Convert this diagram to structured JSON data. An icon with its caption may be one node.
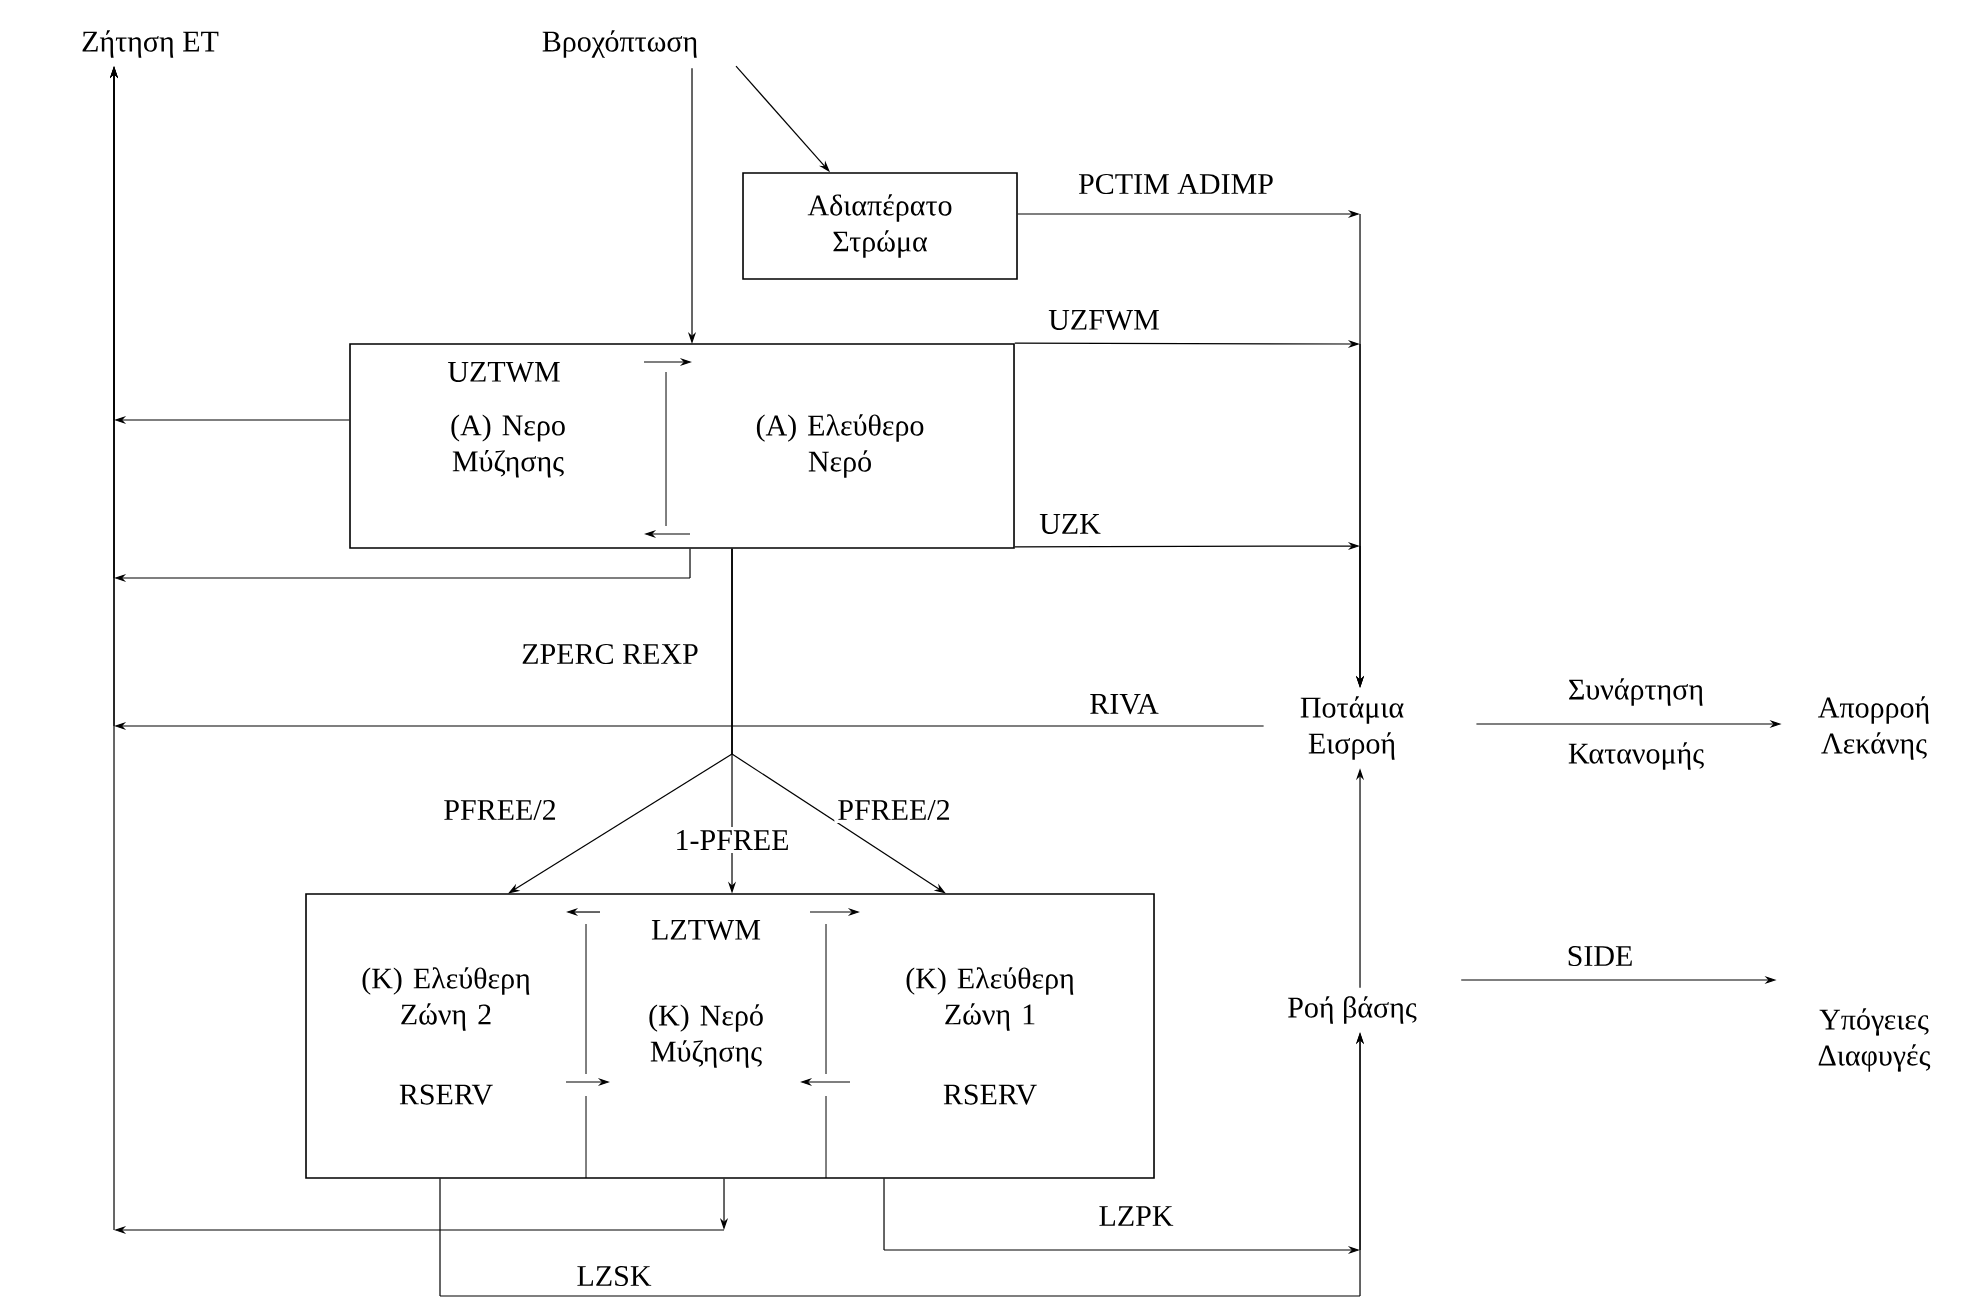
{
  "diagram": {
    "nodes": [
      {
        "text": [
          "Ζήτηση ET"
        ]
      },
      {
        "text": [
          "Βροχόπτωση"
        ]
      },
      {
        "text": [
          "Αδιαπέρατο Στρώμα"
        ]
      },
      {
        "text": [],
        "shape": "box"
      },
      {
        "text": [
          "(Α) Νερο Μύζησης"
        ],
        "in": 3
      },
      {
        "text": [
          "(Α) Ελεύθερο Νερό"
        ],
        "in": 3
      },
      {
        "text": [
          "Ποτάμια Εισροή"
        ]
      },
      {
        "text": [
          "Απορροή Λεκάνης"
        ]
      },
      {
        "text": [],
        "shape": "box"
      },
      {
        "text": [
          "(Κ) Ελεύθερη Ζώνη 2",
          "RSERV"
        ],
        "in": 8
      },
      {
        "text": [
          "(Κ) Νερό Μύζησης"
        ],
        "in": 8
      },
      {
        "text": [
          "(Κ) Ελεύθερη Ζώνη 1",
          "RSERV"
        ],
        "in": 8
      },
      {
        "text": [
          "Ροή βάσης"
        ]
      },
      {
        "text": [
          "Υπόγειες Διαφυγές"
        ]
      }
    ],
    "edges": [
      {
        "from": 1,
        "to": 3,
        "arrow": "to"
      },
      {
        "from": 1,
        "to": 2,
        "arrow": "to"
      },
      {
        "from": 2,
        "to": 6,
        "arrow": "to",
        "label": "PCTIM ADIMP"
      },
      {
        "from": 3,
        "to": 6,
        "arrow": "to",
        "label": "UZFWM"
      },
      {
        "from": 3,
        "to": 6,
        "arrow": "to",
        "label": "UZK"
      },
      {
        "from": 3,
        "to": 0,
        "arrow": "to"
      },
      {
        "from": 3,
        "to": 0,
        "arrow": "to"
      },
      {
        "from": 6,
        "to": 0,
        "arrow": "to",
        "label": "RIVA"
      },
      {
        "from": 8,
        "to": 0,
        "arrow": "to"
      },
      {
        "from": 3,
        "to": 9,
        "arrow": "to",
        "label": "PFREE/2"
      },
      {
        "from": 3,
        "to": 10,
        "arrow": "to",
        "label": "1-PFREE"
      },
      {
        "from": 3,
        "to": 11,
        "arrow": "to",
        "label": "PFREE/2"
      },
      {
        "from": 9,
        "to": 10,
        "arrow": "to"
      },
      {
        "from": 11,
        "to": 10,
        "arrow": "to"
      },
      {
        "from": 9,
        "to": 12,
        "arrow": "to",
        "label": "LZSK"
      },
      {
        "from": 11,
        "to": 12,
        "arrow": "to",
        "label": "LZPK"
      },
      {
        "from": 12,
        "to": 6,
        "arrow": "to"
      },
      {
        "from": 6,
        "to": 7,
        "arrow": "to",
        "label": "Συνάρτηση Κατανομής"
      },
      {
        "from": 12,
        "to": 13,
        "arrow": "to",
        "label": "SIDE"
      }
    ],
    "labels": [
      "UZTWM",
      "ZPERC REXP",
      "LZTWM"
    ]
  }
}
